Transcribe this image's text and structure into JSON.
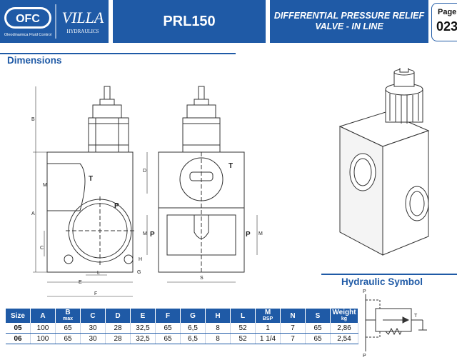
{
  "header": {
    "logo_ofc": "OFC",
    "logo_ofc_sub": "Oleodinamica Fluid Control",
    "logo_villa": "VILLA",
    "logo_villa_sub": "HYDRAULICS",
    "model": "PRL150",
    "description_line1": "DIFFERENTIAL PRESSURE RELIEF",
    "description_line2": "VALVE - IN LINE",
    "page_label": "Page",
    "page_number": "023",
    "brand_color": "#1f5aa6"
  },
  "sections": {
    "dimensions": "Dimensions",
    "hydraulic_symbol": "Hydraulic Symbol"
  },
  "drawing_labels": {
    "T": "T",
    "P": "P",
    "A": "A",
    "B": "B",
    "C": "C",
    "D": "D",
    "E": "E",
    "F": "F",
    "G": "G",
    "H": "H",
    "L": "L",
    "M": "M",
    "S": "S"
  },
  "table": {
    "headers": [
      {
        "main": "Size",
        "sub": ""
      },
      {
        "main": "A",
        "sub": ""
      },
      {
        "main": "B",
        "sub": "max"
      },
      {
        "main": "C",
        "sub": ""
      },
      {
        "main": "D",
        "sub": ""
      },
      {
        "main": "E",
        "sub": ""
      },
      {
        "main": "F",
        "sub": ""
      },
      {
        "main": "G",
        "sub": ""
      },
      {
        "main": "H",
        "sub": ""
      },
      {
        "main": "L",
        "sub": ""
      },
      {
        "main": "M",
        "sub": "BSP"
      },
      {
        "main": "N",
        "sub": ""
      },
      {
        "main": "S",
        "sub": ""
      },
      {
        "main": "Weight",
        "sub": "kg"
      }
    ],
    "rows": [
      [
        "05",
        "100",
        "65",
        "30",
        "28",
        "32,5",
        "65",
        "6,5",
        "8",
        "52",
        "1",
        "7",
        "65",
        "2,86"
      ],
      [
        "06",
        "100",
        "65",
        "30",
        "28",
        "32,5",
        "65",
        "6,5",
        "8",
        "52",
        "1 1/4",
        "7",
        "65",
        "2,54"
      ]
    ]
  }
}
